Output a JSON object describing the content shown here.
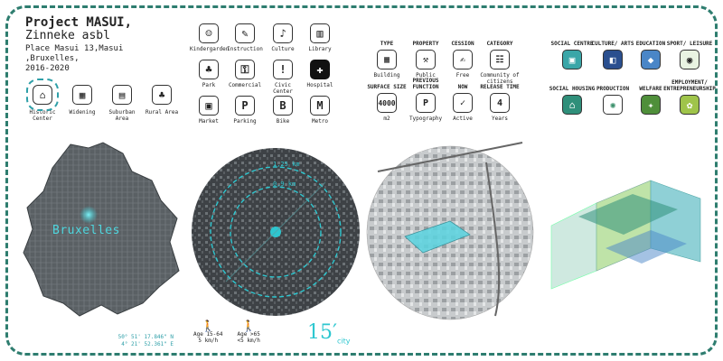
{
  "title": "Project MASUI,",
  "subtitle": "Zinneke asbl",
  "address_line1": "Place Masui 13,Masui ,Bruxelles,",
  "address_line2": "2016-2020",
  "context": [
    {
      "label": "Historic Center",
      "icon": "⌂",
      "active": true
    },
    {
      "label": "Widening",
      "icon": "▦",
      "active": false
    },
    {
      "label": "Suburban Area",
      "icon": "▤",
      "active": false
    },
    {
      "label": "Rural Area",
      "icon": "♣",
      "active": false
    }
  ],
  "amenities": [
    {
      "label": "Kindergarden",
      "icon": "☺"
    },
    {
      "label": "Instruction",
      "icon": "✎"
    },
    {
      "label": "Culture",
      "icon": "♪"
    },
    {
      "label": "Library",
      "icon": "▥"
    },
    {
      "label": "Park",
      "icon": "♣"
    },
    {
      "label": "Commercial",
      "icon": "⚿"
    },
    {
      "label": "Civic Center",
      "icon": "!"
    },
    {
      "label": "Hospital",
      "icon": "✚"
    },
    {
      "label": "Market",
      "icon": "▣"
    },
    {
      "label": "Parking",
      "icon": "P"
    },
    {
      "label": "Bike",
      "icon": "B"
    },
    {
      "label": "Metro",
      "icon": "M"
    }
  ],
  "facts": [
    {
      "header": "TYPE",
      "icon": "▦",
      "value": "Building"
    },
    {
      "header": "PROPERTY",
      "icon": "⚒",
      "value": "Public"
    },
    {
      "header": "CESSION",
      "icon": "✍",
      "value": "Free"
    },
    {
      "header": "CATEGORY",
      "icon": "☷",
      "value": "Community of citizens"
    },
    {
      "header": "SURFACE SIZE",
      "icon": "4000",
      "value": "m2"
    },
    {
      "header": "PREVIOUS FUNCTION",
      "icon": "P",
      "value": "Typography"
    },
    {
      "header": "NOW",
      "icon": "✓",
      "value": "Active"
    },
    {
      "header": "RELEASE TIME",
      "icon": "4",
      "value": "Years"
    }
  ],
  "categories": [
    {
      "header": "SOCIAL CENTRE",
      "icon": "▣",
      "color": "#3aa6a8"
    },
    {
      "header": "CULTURE/ ARTS",
      "icon": "◧",
      "color": "#2a4f8f"
    },
    {
      "header": "EDUCATION",
      "icon": "◆",
      "color": "#4a86c7"
    },
    {
      "header": "SPORT/ LEISURE",
      "icon": "◉",
      "color": "#e9f3e2"
    },
    {
      "header": "SOCIAL HOUSING",
      "icon": "⌂",
      "color": "#2f8f7a"
    },
    {
      "header": "PRODUCTION",
      "icon": "✺",
      "color": "#ffffff"
    },
    {
      "header": "WELFARE",
      "icon": "✦",
      "color": "#4f8f3a"
    },
    {
      "header": "EMPLOYMENT/ ENTREPRENEURSHIP",
      "icon": "✿",
      "color": "#9fc44a"
    }
  ],
  "map": {
    "city_label": "Bruxelles",
    "coord_lat": "50° 51' 17.846\" N",
    "coord_lon": "4° 21' 52.361\" E"
  },
  "circle": {
    "ring_outer": "1,25 km",
    "ring_inner": "0,9 km"
  },
  "walk": [
    {
      "line1": "Age 15-64",
      "line2": "5 km/h"
    },
    {
      "line1": "Age >65",
      "line2": "<5 km/h"
    }
  ],
  "city_badge": {
    "main": "15′",
    "sub": "city"
  },
  "colors": {
    "accent": "#2e9fa8",
    "frame": "#2e7d6f",
    "highlight": "#4fd7df"
  }
}
